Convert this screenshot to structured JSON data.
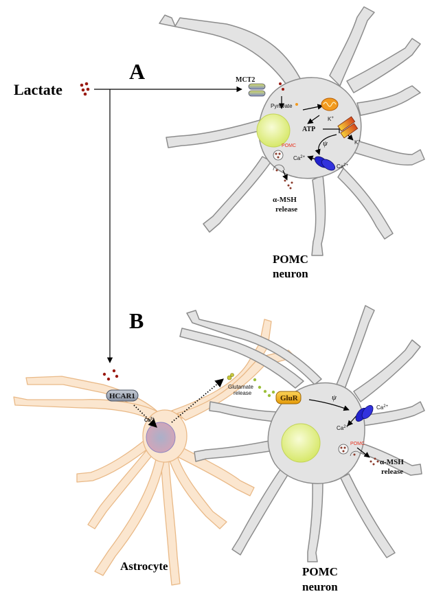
{
  "labels": {
    "panel_a": "A",
    "panel_b": "B",
    "lactate": "Lactate",
    "mct2": "MCT2",
    "pyruvate": "Pyruvate",
    "atp": "ATP",
    "k_plus": "K",
    "k_sup": "+",
    "ca": "Ca",
    "ca_sup": "2+",
    "pomc_small": "POMC",
    "psi": "ψ",
    "msh_line1": "α-MSH",
    "msh_line2": "release",
    "pomc_line1": "POMC",
    "pomc_line2": "neuron",
    "hcar1": "HCAR1",
    "glutamate_line1": "Glutamate",
    "glutamate_line2": "release",
    "glur": "GluR",
    "astrocyte": "Astrocyte"
  },
  "colors": {
    "neuron_fill": "#e3e3e3",
    "neuron_stroke": "#8c8c8c",
    "astro_fill": "#fbe6cf",
    "astro_stroke": "#e9b987",
    "nucleus": "#e7f29c",
    "lactate_dot": "#9a1a12",
    "pomc_text": "#e8321e",
    "channel_blue": "#2222cc",
    "glur_fill": "#f4b317"
  },
  "icons": [
    "mitochondrion-icon",
    "katp-channel-icon",
    "calcium-channel-icon",
    "mct2-transporter-icon",
    "vesicle-icon"
  ]
}
